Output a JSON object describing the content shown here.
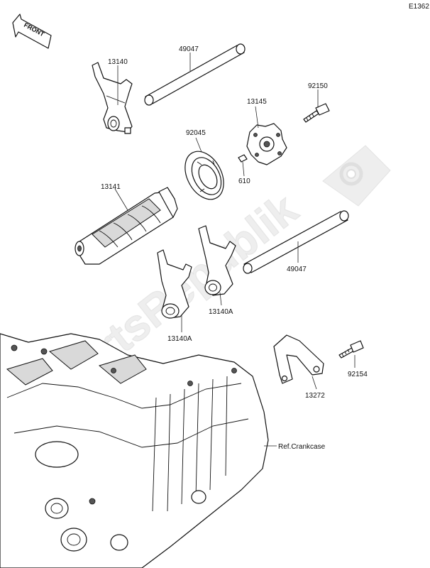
{
  "diagram_code": "E1362",
  "front_label": "FRONT",
  "watermark_text": "PartsRepublik",
  "parts": [
    {
      "id": "13140",
      "label": "13140"
    },
    {
      "id": "49047-top",
      "label": "49047"
    },
    {
      "id": "92150",
      "label": "92150"
    },
    {
      "id": "13145",
      "label": "13145"
    },
    {
      "id": "92045",
      "label": "92045"
    },
    {
      "id": "13141",
      "label": "13141"
    },
    {
      "id": "610",
      "label": "610"
    },
    {
      "id": "49047-bottom",
      "label": "49047"
    },
    {
      "id": "13140A-left",
      "label": "13140A"
    },
    {
      "id": "13140A-right",
      "label": "13140A"
    },
    {
      "id": "92154",
      "label": "92154"
    },
    {
      "id": "13272",
      "label": "13272"
    },
    {
      "id": "ref-crankcase",
      "label": "Ref.Crankcase"
    }
  ],
  "colors": {
    "line": "#111111",
    "watermark": "#e6e6e6",
    "background": "#ffffff"
  }
}
